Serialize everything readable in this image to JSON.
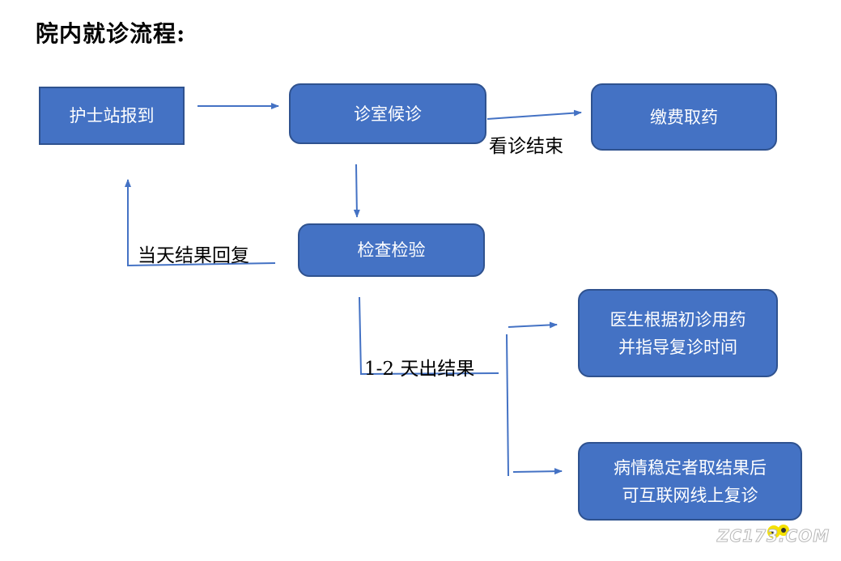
{
  "title": "院内就诊流程:",
  "nodes": {
    "nurse_station": "护士站报到",
    "waiting": "诊室候诊",
    "payment": "缴费取药",
    "examination": "检查检验",
    "doctor_meds": [
      "医生根据初诊用药",
      "并指导复诊时间"
    ],
    "online_followup": [
      "病情稳定者取结果后",
      "可互联网线上复诊"
    ]
  },
  "edge_labels": {
    "consult_end": "看诊结束",
    "same_day": "当天结果回复",
    "one_two_days": "1-2 天出结果"
  },
  "watermark": "ZC173.COM",
  "colors": {
    "box_fill": "#4472c4",
    "box_border": "#2f528f",
    "arrow": "#4472c4"
  }
}
